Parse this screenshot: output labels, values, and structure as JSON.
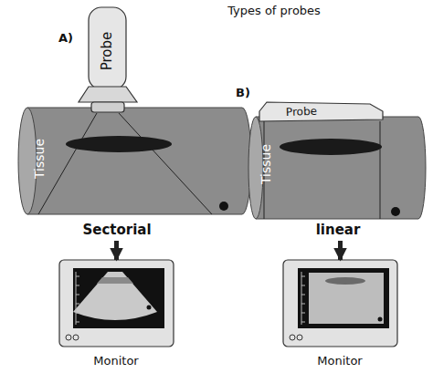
{
  "diagram": {
    "title": "Types of probes",
    "nodes": [
      {
        "text": [
          "Probe"
        ]
      },
      {
        "text": [
          "Tissue",
          "Sectorial"
        ]
      },
      {
        "text": [
          "Monitor"
        ]
      },
      {
        "text": [
          "Probe"
        ]
      },
      {
        "text": [
          "Tissue",
          "linear"
        ]
      },
      {
        "text": [
          "Monitor"
        ]
      }
    ],
    "edges": [
      {
        "from": 1,
        "to": 2,
        "arrow": "to"
      },
      {
        "from": 4,
        "to": 5,
        "arrow": "to"
      }
    ],
    "labels": [
      "A)",
      "B)"
    ]
  }
}
